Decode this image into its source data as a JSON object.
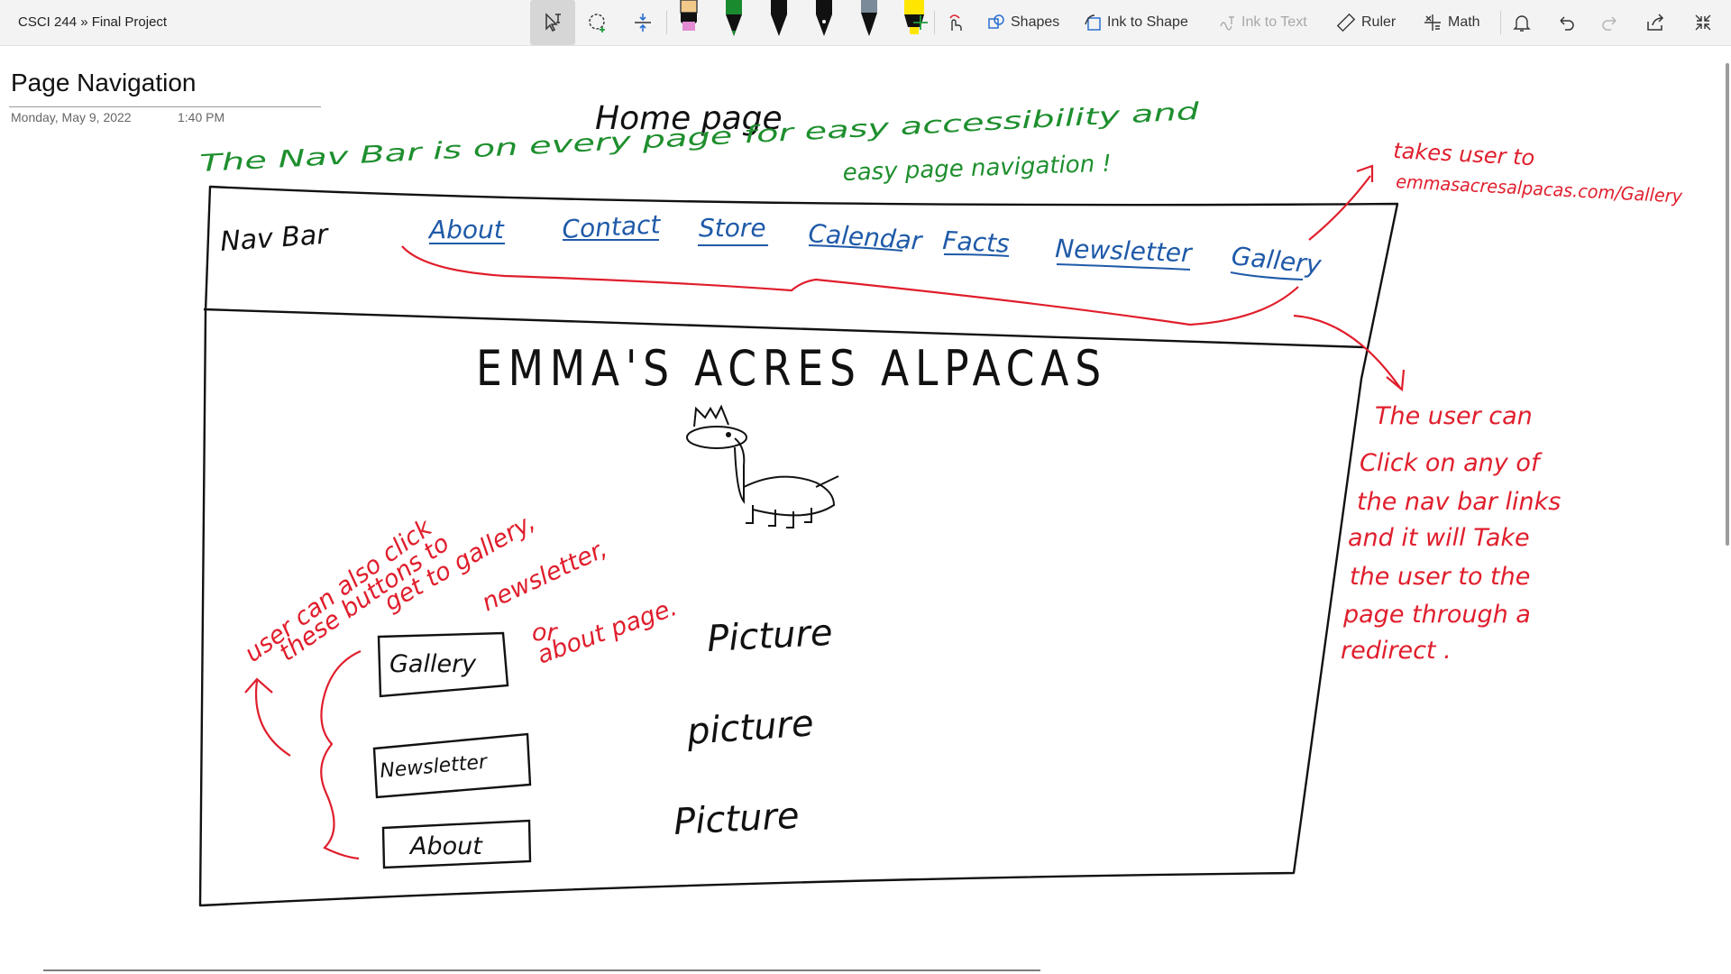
{
  "app": {
    "breadcrumb": "CSCI 244 » Final Project"
  },
  "toolbar": {
    "shapes_label": "Shapes",
    "ink_to_shape_label": "Ink to Shape",
    "ink_to_text_label": "Ink to Text",
    "ruler_label": "Ruler",
    "math_label": "Math",
    "pen_colors": [
      "#f3c98a",
      "#1a8a2e",
      "#111111",
      "#111111",
      "#7a8a99",
      "#ffe600"
    ],
    "icons": [
      "lasso-select-icon",
      "add-space-icon",
      "touch-draw-icon",
      "shapes-icon",
      "ink-to-shape-icon",
      "ink-to-text-icon",
      "ruler-icon",
      "math-icon",
      "bell-icon",
      "undo-icon",
      "redo-icon",
      "share-icon",
      "collapse-icon"
    ]
  },
  "page": {
    "title": "Page Navigation",
    "date": "Monday, May 9, 2022",
    "time": "1:40 PM"
  },
  "sketch": {
    "heading": "Home page",
    "green_note_line1": "The Nav Bar is on every page for easy accessibility and",
    "green_note_line2": "easy page navigation !",
    "nav_bar_label": "Nav Bar",
    "nav_links": [
      "About",
      "Contact",
      "Store",
      "Calendar",
      "Facts",
      "Newsletter",
      "Gallery"
    ],
    "site_title": "EMMA'S ACRES ALPACAS",
    "buttons": [
      "Gallery",
      "Newsletter",
      "About"
    ],
    "pictures": [
      "Picture",
      "picture",
      "Picture"
    ],
    "red_note_gallery_line1": "takes user to",
    "red_note_gallery_line2": "emmasacresalpacas.com/Gallery",
    "red_note_nav": [
      "The user can",
      "Click on any of",
      "the nav bar links",
      "and it will Take",
      "the user to the",
      "page through a",
      "redirect ."
    ],
    "red_note_buttons": [
      "user can also click",
      "these buttons to",
      "get to gallery,",
      "newsletter,",
      "or",
      "about page."
    ],
    "colors": {
      "ink_black": "#111111",
      "ink_green": "#1e8f2e",
      "ink_blue": "#1f5aa8",
      "ink_red": "#e01e2c"
    }
  }
}
